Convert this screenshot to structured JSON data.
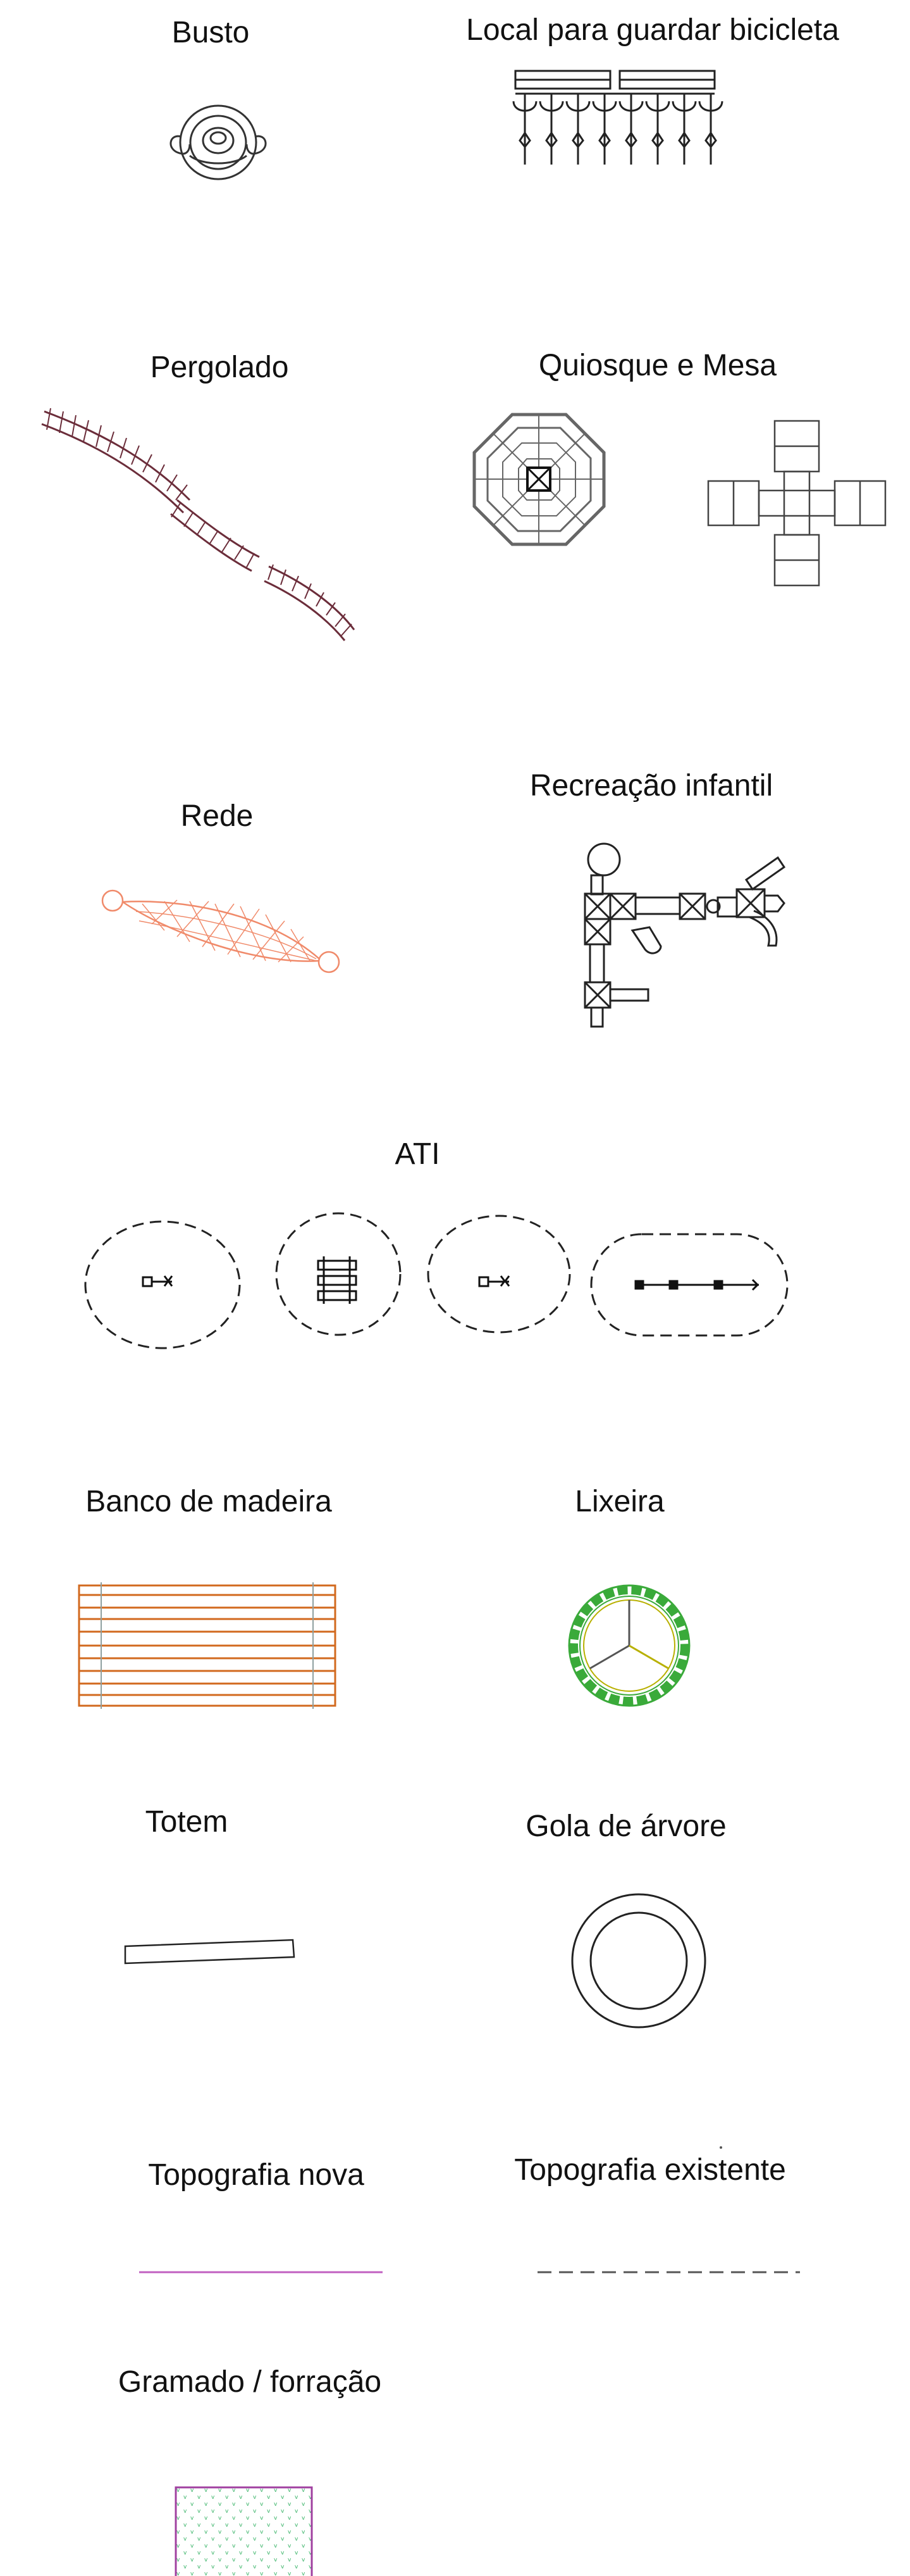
{
  "legend": {
    "busto": "Busto",
    "bicicleta": "Local para guardar bicicleta",
    "pergolado": "Pergolado",
    "quiosque": "Quiosque e Mesa",
    "rede": "Rede",
    "recreacao": "Recreação infantil",
    "ati": "ATI",
    "banco": "Banco de madeira",
    "lixeira": "Lixeira",
    "totem": "Totem",
    "gola": "Gola de árvore",
    "topo_nova": "Topografia nova",
    "topo_existente": "Topografia existente",
    "gramado": "Gramado / forração"
  },
  "colors": {
    "text": "#111111",
    "line": "#333333",
    "pergola": "#6b2d3a",
    "rede": "#f08a6a",
    "banco": "#d2691e",
    "lixeira": "#3aaa3a",
    "lixeira_accent": "#b8b000",
    "topo_nova": "#c060c0",
    "gramado_border": "#a040a0",
    "gramado_dot": "#30b060"
  }
}
